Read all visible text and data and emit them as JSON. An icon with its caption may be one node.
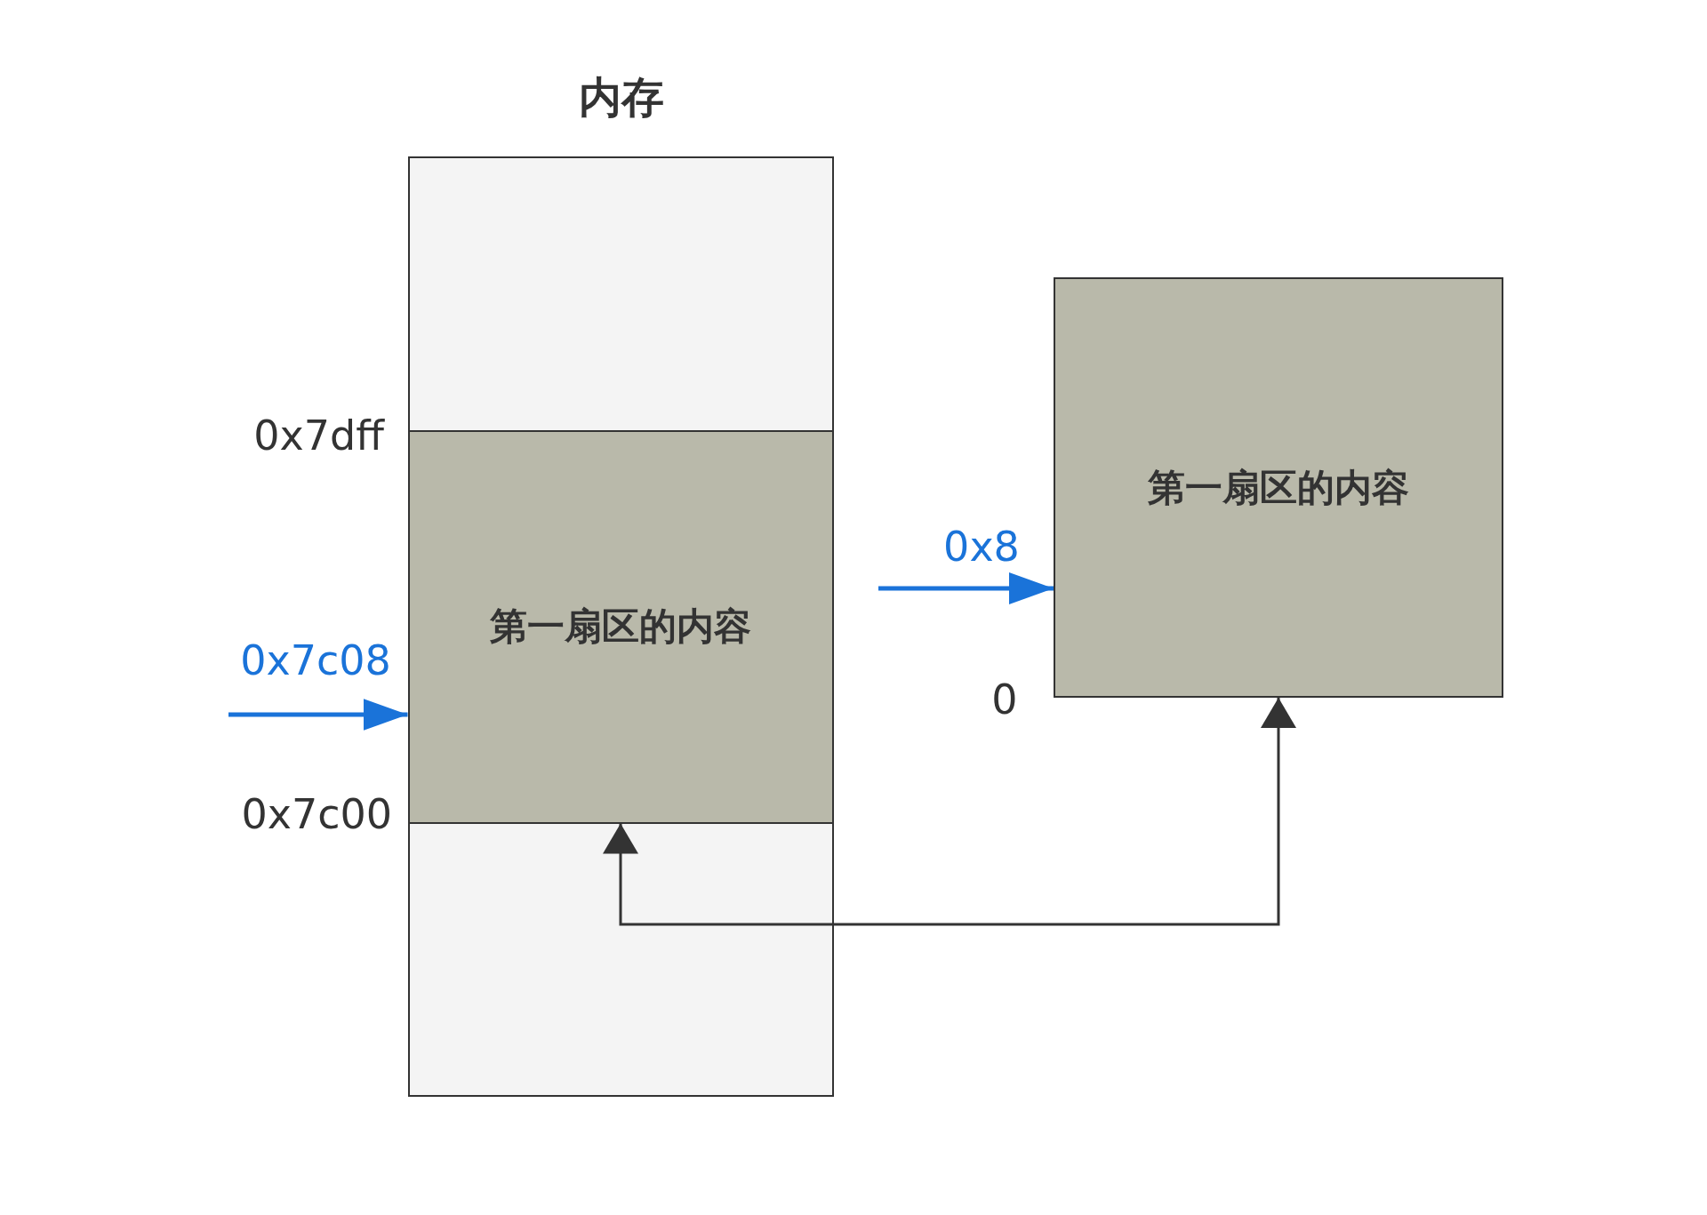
{
  "diagram": {
    "nodes": [
      {
        "text": [
          "内存"
        ]
      },
      {
        "text": [
          "第一扇区的内容"
        ],
        "in": 0
      },
      {
        "text": [
          "第一扇区的内容"
        ]
      }
    ],
    "edges": [
      {
        "from": null,
        "to": 1,
        "arrow": "to",
        "label": "0x7c08"
      },
      {
        "from": null,
        "to": 2,
        "arrow": "to",
        "label": "0x8"
      },
      {
        "from": 2,
        "to": 1,
        "arrow": "both",
        "color": "#333333"
      }
    ],
    "labels": [
      "0x7dff",
      "0x7c00",
      "0"
    ]
  }
}
